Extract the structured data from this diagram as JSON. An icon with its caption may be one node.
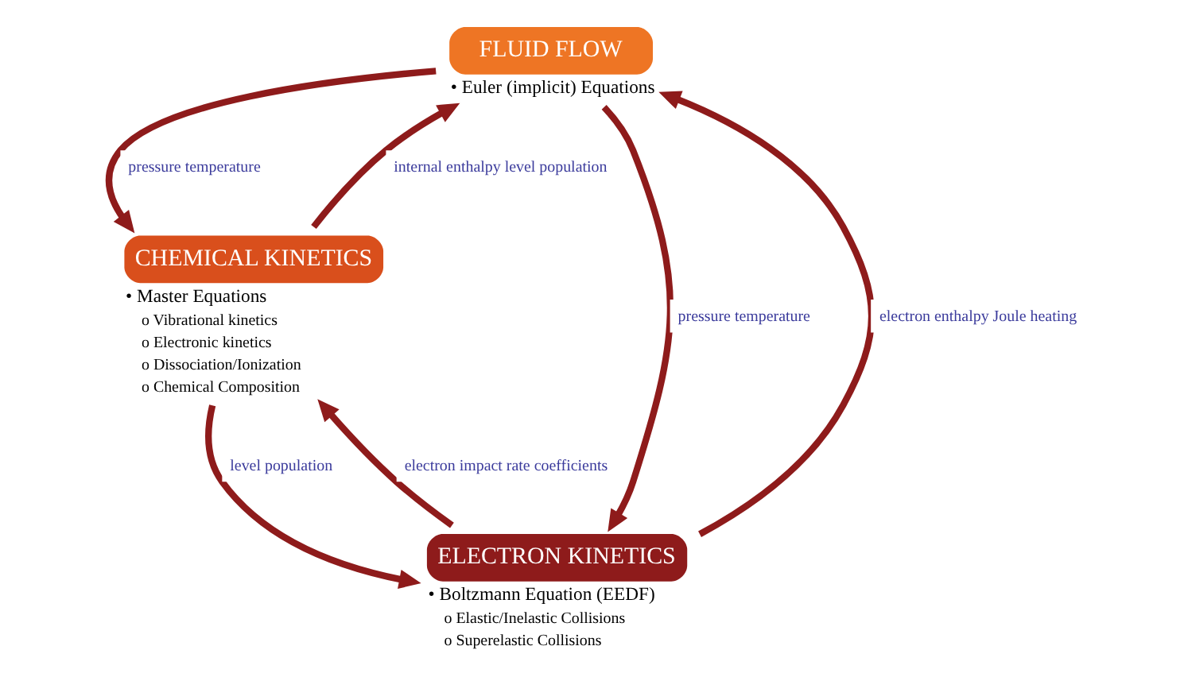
{
  "diagram": {
    "nodes": [
      {
        "text": [
          "FLUID FLOW",
          "• Euler (implicit) Equations"
        ]
      },
      {
        "text": [
          "CHEMICAL KINETICS",
          "• Master Equations",
          "o Vibrational kinetics",
          "o Electronic kinetics",
          "o Dissociation/Ionization",
          "o Chemical Composition"
        ]
      },
      {
        "text": [
          "ELECTRON KINETICS",
          "• Boltzmann Equation (EEDF)",
          "o Elastic/Inelastic Collisions",
          "o Superelastic Collisions"
        ]
      }
    ],
    "edges": [
      {
        "from": 0,
        "to": 1,
        "arrow": "to",
        "label": "pressure temperature"
      },
      {
        "from": 1,
        "to": 0,
        "arrow": "to",
        "label": "internal enthalpy level population"
      },
      {
        "from": 0,
        "to": 2,
        "arrow": "to",
        "label": "pressure temperature"
      },
      {
        "from": 2,
        "to": 0,
        "arrow": "to",
        "label": "electron enthalpy Joule heating"
      },
      {
        "from": 2,
        "to": 1,
        "arrow": "to",
        "label": "electron impact rate coefficients"
      },
      {
        "from": 1,
        "to": 2,
        "arrow": "to",
        "label": "level population"
      }
    ]
  }
}
